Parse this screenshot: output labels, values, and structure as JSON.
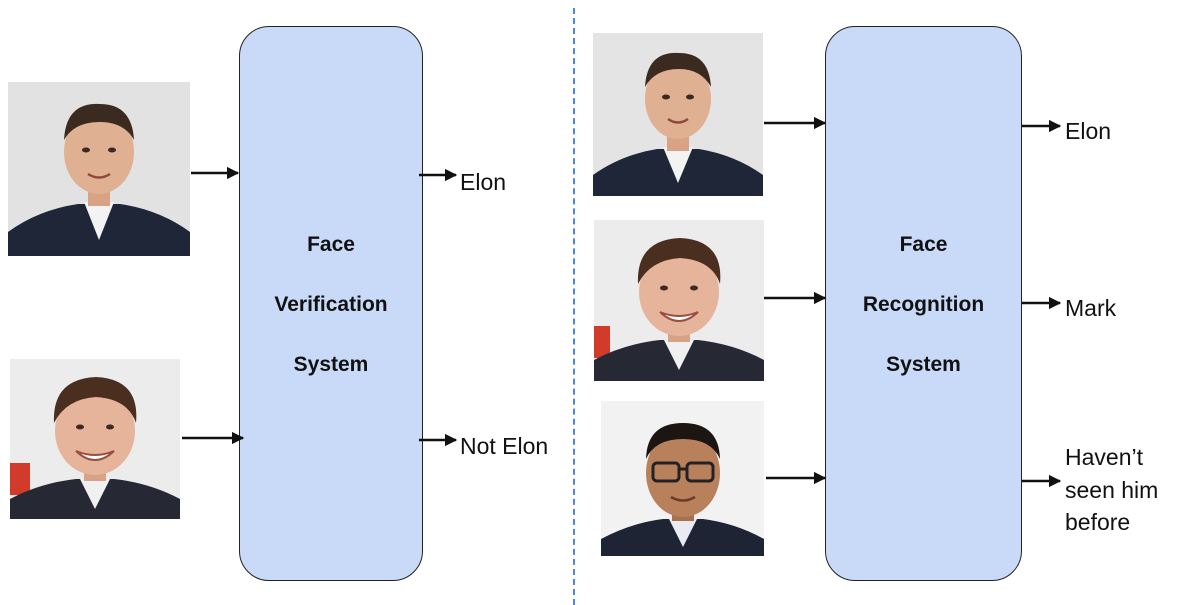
{
  "colors": {
    "box_fill": "#c9daf8",
    "divider": "#4a86e8",
    "arrow": "#111111"
  },
  "verification": {
    "box_label": [
      "Face",
      "Verification",
      "System"
    ],
    "outputs": [
      "Elon",
      "Not Elon"
    ],
    "inputs": [
      "elon-face-photo",
      "mark-face-photo"
    ]
  },
  "recognition": {
    "box_label": [
      "Face",
      "Recognition",
      "System"
    ],
    "outputs": [
      "Elon",
      "Mark",
      "Haven’t",
      "seen him",
      "before"
    ],
    "inputs": [
      "elon-face-photo",
      "mark-face-photo",
      "unknown-person-face-photo"
    ]
  }
}
